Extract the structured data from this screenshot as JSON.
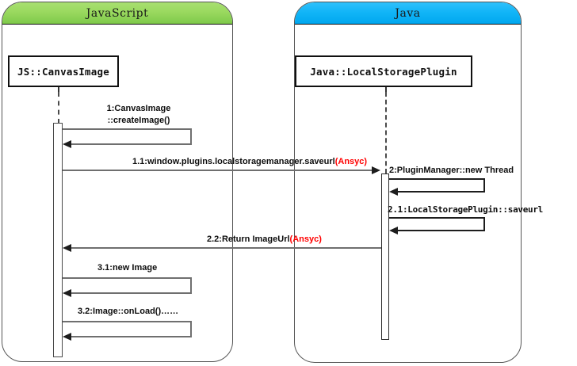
{
  "diagram": {
    "type": "uml-sequence-diagram",
    "title": "",
    "panels": [
      {
        "id": "javascript",
        "label": "JavaScript",
        "header_color": "#9ad95f"
      },
      {
        "id": "java",
        "label": "Java",
        "header_color": "#12b5f7"
      }
    ],
    "participants": [
      {
        "id": "js-canvasimage",
        "label": "JS::CanvasImage",
        "panel": "javascript",
        "color": "#00a550"
      },
      {
        "id": "java-localstorageplugin",
        "label": "Java::LocalStoragePlugin",
        "panel": "java",
        "color": "#7e9fd6"
      }
    ],
    "messages": [
      {
        "id": "m1",
        "number": "1:",
        "label_line1": "1:CanvasImage",
        "label_line2": "::createImage()",
        "kind": "self-call",
        "from": "js-canvasimage",
        "to": "js-canvasimage",
        "async_tag": ""
      },
      {
        "id": "m1-1",
        "label": "1.1:window.plugins.localstoragemanager.saveurl",
        "async_tag": "(Ansyc)",
        "kind": "call",
        "from": "js-canvasimage",
        "to": "java-localstorageplugin"
      },
      {
        "id": "m2",
        "label": "2:PluginManager::new Thread",
        "async_tag": "",
        "kind": "self-call",
        "from": "java-localstorageplugin",
        "to": "java-localstorageplugin"
      },
      {
        "id": "m2-1",
        "label": "2.1:LocalStoragePlugin::saveurl",
        "async_tag": "",
        "kind": "self-call",
        "from": "java-localstorageplugin",
        "to": "java-localstorageplugin"
      },
      {
        "id": "m2-2",
        "label": "2.2:Return ImageUrl",
        "async_tag": "(Ansyc)",
        "kind": "return",
        "from": "java-localstorageplugin",
        "to": "js-canvasimage"
      },
      {
        "id": "m3-1",
        "label": "3.1:new Image",
        "async_tag": "",
        "kind": "self-call",
        "from": "js-canvasimage",
        "to": "js-canvasimage"
      },
      {
        "id": "m3-2",
        "label": "3.2:Image::onLoad()……",
        "async_tag": "",
        "kind": "self-call",
        "from": "js-canvasimage",
        "to": "js-canvasimage"
      }
    ],
    "colors": {
      "async_text": "#ff0000",
      "line": "#6f6f6f",
      "arrow": "#1d1d1d",
      "panel_border": "#555555"
    }
  }
}
